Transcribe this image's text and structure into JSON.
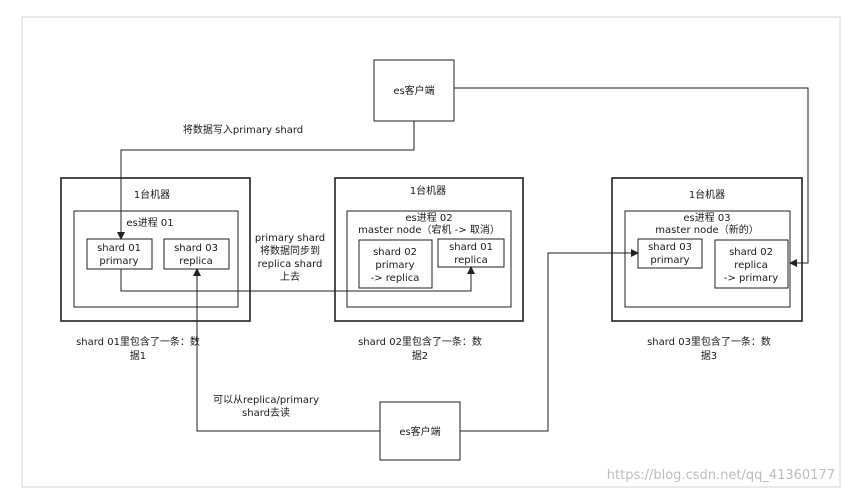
{
  "client_top": {
    "label": "es客户端"
  },
  "client_bottom": {
    "label": "es客户端"
  },
  "machines": [
    {
      "title": "1台机器",
      "process": {
        "title": "es进程 01",
        "subtitle": ""
      },
      "shards": [
        {
          "lines": [
            "shard 01",
            "primary"
          ]
        },
        {
          "lines": [
            "shard 03",
            "replica"
          ]
        }
      ],
      "caption": [
        "shard 01里包含了一条：数",
        "据1"
      ]
    },
    {
      "title": "1台机器",
      "process": {
        "title": "es进程 02",
        "subtitle": "master node（宕机 -> 取消）"
      },
      "shards": [
        {
          "lines": [
            "shard 02",
            "primary",
            "-> replica"
          ]
        },
        {
          "lines": [
            "shard 01",
            "replica"
          ]
        }
      ],
      "caption": [
        "shard 02里包含了一条：数",
        "据2"
      ]
    },
    {
      "title": "1台机器",
      "process": {
        "title": "es进程 03",
        "subtitle": "master node（新的）"
      },
      "shards": [
        {
          "lines": [
            "shard 03",
            "primary"
          ]
        },
        {
          "lines": [
            "shard 02",
            "replica",
            "-> primary"
          ]
        }
      ],
      "caption": [
        "shard 03里包含了一条：数",
        "据3"
      ]
    }
  ],
  "annotations": {
    "write": "将数据写入primary shard",
    "sync": [
      "primary shard",
      "将数据同步到",
      "replica shard",
      "上去"
    ],
    "read": [
      "可以从replica/primary",
      "shard去读"
    ]
  },
  "watermark": "https://blog.csdn.net/qq_41360177",
  "colors": {
    "line": "#222222",
    "frame": "#d6d6d6",
    "watermark": "#bdbdbd"
  }
}
